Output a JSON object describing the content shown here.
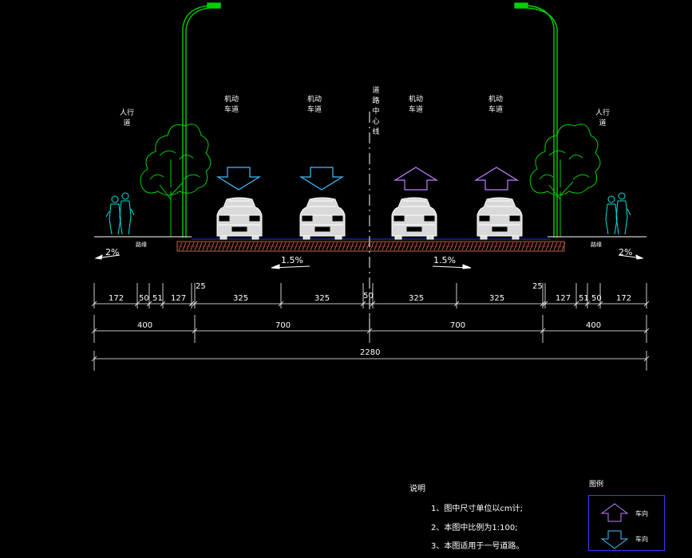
{
  "labels": {
    "sidewalk_left": "人行道",
    "sidewalk_right": "人行道",
    "lane1": "机动车道",
    "lane2": "机动车道",
    "lane3": "机动车道",
    "lane4": "机动车道",
    "centerline": "道路中心线",
    "curb_left": "路缘",
    "curb_right": "路缘"
  },
  "slopes": {
    "left_sidewalk": "2%",
    "right_sidewalk": "2%",
    "left_road": "1.5%",
    "right_road": "1.5%"
  },
  "dimensions": {
    "row1": [
      "172",
      "50",
      "51",
      "127",
      "25",
      "325",
      "325",
      "50",
      "325",
      "325",
      "25",
      "127",
      "51",
      "50",
      "172"
    ],
    "row2": [
      "400",
      "700",
      "700",
      "400"
    ],
    "total": "2280"
  },
  "notes": {
    "title": "说明",
    "items": [
      "1、图中尺寸单位以cm计;",
      "2、本图中比例为1:100;",
      "3、本图适用于一号道路。"
    ]
  },
  "legend": {
    "title": "图例",
    "up_label": "车向",
    "down_label": "车向"
  },
  "colors": {
    "pole": "#00d000",
    "tree": "#00d000",
    "people": "#00e0e0",
    "arrow_down": "#40c0ff",
    "arrow_up": "#c080ff",
    "pavement": "#c06040",
    "legend_border": "#3a3aff"
  }
}
